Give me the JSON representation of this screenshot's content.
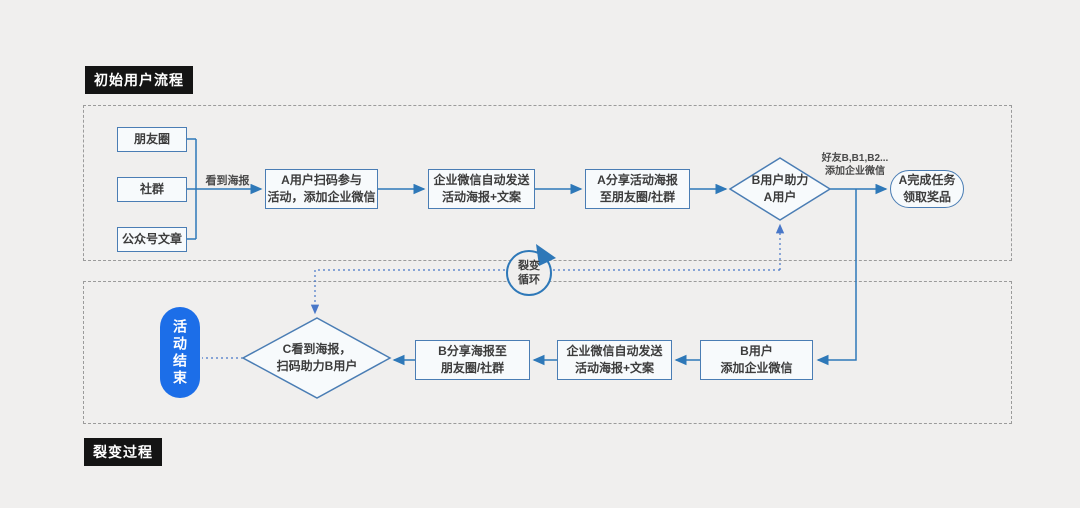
{
  "sections": {
    "initial_flow_label": "初始用户流程",
    "fission_label": "裂变过程"
  },
  "top_flow": {
    "sources": [
      {
        "label": "朋友圈"
      },
      {
        "label": "社群"
      },
      {
        "label": "公众号文章"
      }
    ],
    "edge_see_poster": "看到海报",
    "node_scan": "A用户扫码参与\n活动，添加企业微信",
    "node_auto_send": "企业微信自动发送\n活动海报+文案",
    "node_share": "A分享活动海报\n至朋友圈/社群",
    "decision_b_assist": "B用户助力\nA用户",
    "edge_friends": "好友B,B1,B2...\n添加企业微信",
    "node_reward": "A完成任务\n领取奖品"
  },
  "loop": {
    "label": "裂变\n循环"
  },
  "bottom_flow": {
    "node_end": "活动结束",
    "decision_c": "C看到海报，\n扫码助力B用户",
    "node_b_share": "B分享海报至\n朋友圈/社群",
    "node_auto_send": "企业微信自动发送\n活动海报+文案",
    "node_b_add": "B用户\n添加企业微信"
  },
  "colors": {
    "background": "#f0efee",
    "node_border": "#4a7db4",
    "node_fill": "#f7fafc",
    "solid_edge": "#2e78b8",
    "dotted_edge": "#4877c8",
    "pill_blue": "#1c6ee8",
    "label_black": "#141414"
  }
}
